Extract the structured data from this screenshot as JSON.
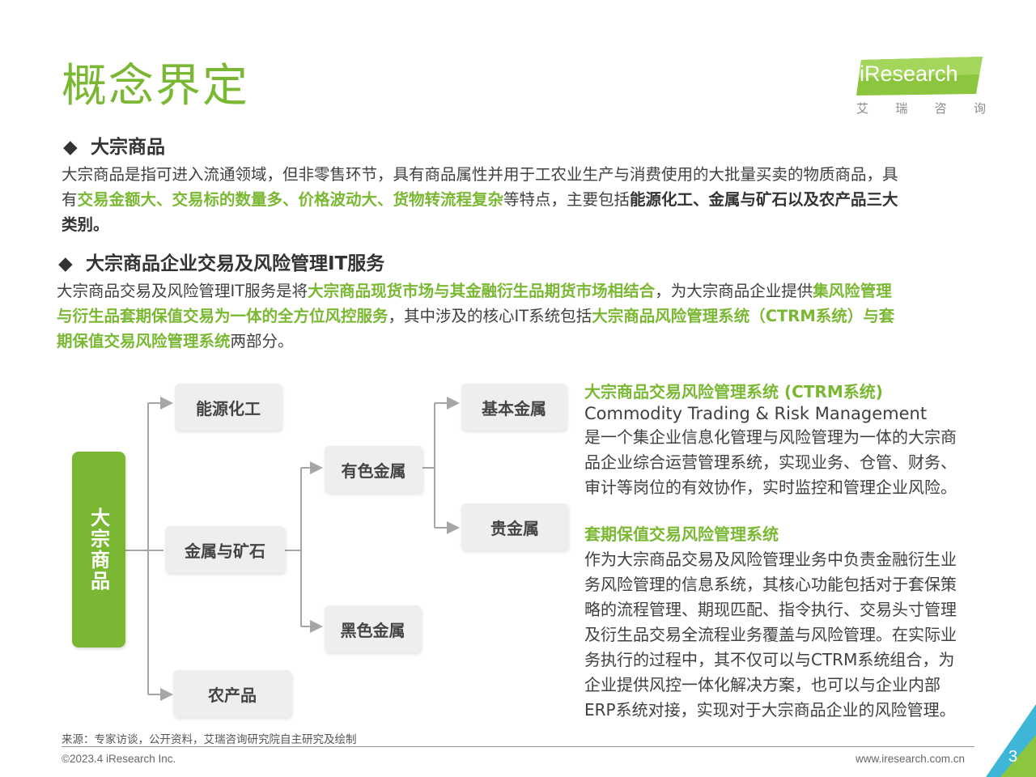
{
  "title": "概念界定",
  "logo": {
    "text": "iResearch",
    "sub": [
      "艾",
      "瑞",
      "咨",
      "询"
    ]
  },
  "section1": {
    "heading": "大宗商品",
    "bullet": "◆",
    "p1": "大宗商品是指可进入流通领域，但非零售环节，具有商品属性并用于工农业生产与消费使用的大批量买卖的物质商品，具",
    "p2a": "有",
    "p2b": "交易金额大、交易标的数量多、价格波动大、货物转流程复杂",
    "p2c": "等特点，主要包括",
    "p2d": "能源化工、金属与矿石以及农产品三大",
    "p3": "类别。"
  },
  "section2": {
    "heading": "大宗商品企业交易及风险管理IT服务",
    "bullet": "◆",
    "p1a": "大宗商品交易及风险管理IT服务是将",
    "p1b": "大宗商品现货市场与其金融衍生品期货市场相结合",
    "p1c": "，为大宗商品企业提供",
    "p1d": "集风险管理",
    "p2a": "与衍生品套期保值交易为一体的全方位风控服务",
    "p2b": "，其中涉及的核心IT系统包括",
    "p2c": "大宗商品风险管理系统（CTRM系统）与套",
    "p3a": "期保值交易风险管理系统",
    "p3b": "两部分。"
  },
  "diagram": {
    "root": "大宗商品",
    "energy": "能源化工",
    "metal": "金属与矿石",
    "agri": "农产品",
    "nonferrous": "有色金属",
    "ferrous": "黑色金属",
    "base": "基本金属",
    "precious": "贵金属",
    "line_color": "#a6a6a6"
  },
  "right": {
    "t1": "大宗商品交易风险管理系统 (CTRM系统)",
    "t1_en": "Commodity Trading & Risk Management",
    "b1": [
      "是一个集企业信息化管理与风险管理为一体的大宗商",
      "品企业综合运营管理系统，实现业务、仓管、财务、",
      "审计等岗位的有效协作，实时监控和管理企业风险。"
    ],
    "t2": "套期保值交易风险管理系统",
    "b2": [
      "作为大宗商品交易及风险管理业务中负责金融衍生业",
      "务风险管理的信息系统，其核心功能包括对于套保策",
      "略的流程管理、期现匹配、指令执行、交易头寸管理",
      "及衍生品交易全流程业务覆盖与风险管理。在实际业",
      "务执行的过程中，其不仅可以与CTRM系统组合，为",
      "企业提供风控一体化解决方案，也可以与企业内部",
      "ERP系统对接，实现对于大宗商品企业的风险管理。"
    ]
  },
  "footer": {
    "source": "来源：专家访谈，公开资料，艾瑞咨询研究院自主研究及绘制",
    "copyright": "©2023.4 iResearch Inc.",
    "site": "www.iresearch.com.cn",
    "page": "3"
  },
  "colors": {
    "accent": "#7ab833",
    "accent_light": "#a8d15a",
    "corner": "#3fb6d8"
  }
}
